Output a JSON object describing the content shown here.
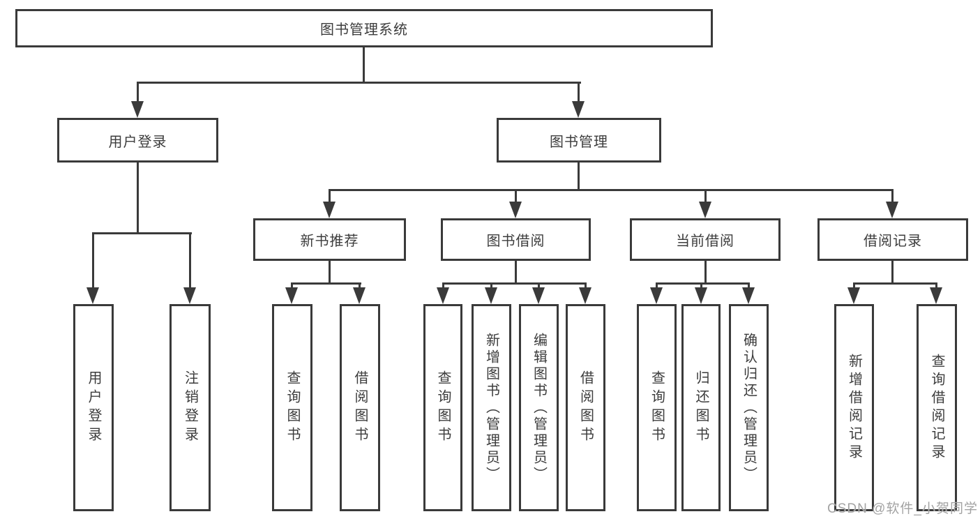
{
  "nodes": {
    "root": "图书管理系统",
    "user_login": "用户登录",
    "book_mgmt": "图书管理",
    "new_book_rec": "新书推荐",
    "book_borrow": "图书借阅",
    "current_borrow": "当前借阅",
    "borrow_records": "借阅记录",
    "leaf_user_login": "用户登录",
    "leaf_logout": "注销登录",
    "leaf_query_book_rec": "查询图书",
    "leaf_borrow_book_rec": "借阅图书",
    "leaf_query_book_borrow": "查询图书",
    "leaf_add_book": "新增图书（管理员）",
    "leaf_edit_book": "编辑图书（管理员）",
    "leaf_borrow_book_borrow": "借阅图书",
    "leaf_query_book_current": "查询图书",
    "leaf_return_book": "归还图书",
    "leaf_confirm_return": "确认归还（管理员）",
    "leaf_add_record": "新增借阅记录",
    "leaf_query_record": "查询借阅记录"
  },
  "watermark": {
    "text": "CSDN @软件_小贺同学"
  },
  "colors": {
    "line": "#3a3a3a",
    "text": "#3c3c3c",
    "watermark": "#a3a3a3",
    "background": "#ffffff"
  }
}
